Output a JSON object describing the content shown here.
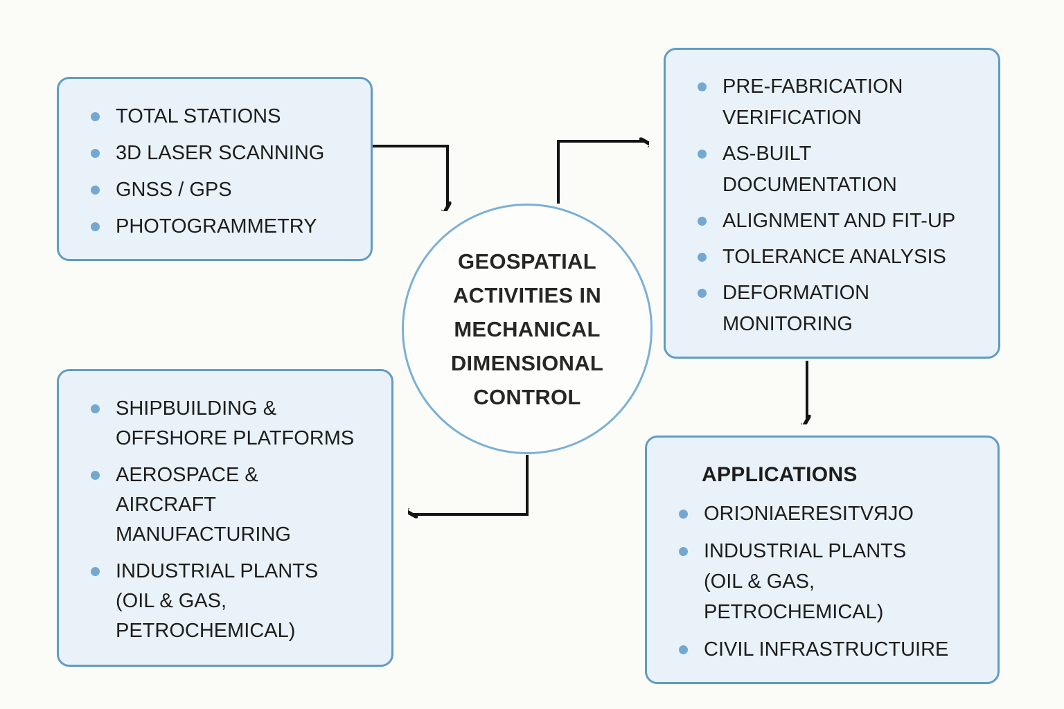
{
  "diagram": {
    "center": {
      "lines": [
        "GEOSPATIAL",
        "ACTIVITIES IN",
        "MECHANICAL",
        "DIMENSIONAL",
        "CONTROL"
      ]
    },
    "boxes": {
      "techniques": {
        "items": [
          {
            "lines": [
              "TOTAL STATIONS"
            ]
          },
          {
            "lines": [
              "3D LASER SCANNING"
            ]
          },
          {
            "lines": [
              "GNSS / GPS"
            ]
          },
          {
            "lines": [
              "PHOTOGRAMMETRY"
            ]
          }
        ]
      },
      "activities": {
        "items": [
          {
            "lines": [
              "PRE-FABRICATION",
              "VERIFICATION"
            ]
          },
          {
            "lines": [
              "AS-BUILT",
              "DOCUMENTATION"
            ]
          },
          {
            "lines": [
              "ALIGNMENT AND FIT-UP"
            ]
          },
          {
            "lines": [
              "TOLERANCE ANALYSIS"
            ]
          },
          {
            "lines": [
              "DEFORMATION",
              "MONITORING"
            ]
          }
        ]
      },
      "industries": {
        "items": [
          {
            "lines": [
              "SHIPBUILDING &",
              "OFFSHORE PLATFORMS"
            ]
          },
          {
            "lines": [
              "AEROSPACE &",
              "AIRCRAFT",
              "MANUFACTURING"
            ]
          },
          {
            "lines": [
              "INDUSTRIAL PLANTS",
              "(OIL & GAS,",
              "PETROCHEMICAL)"
            ]
          }
        ]
      },
      "applications": {
        "heading": "APPLICATIONS",
        "items": [
          {
            "lines": [
              "ORIƆNIAERESITVЯJO"
            ]
          },
          {
            "lines": [
              "INDUSTRIAL PLANTS",
              "(OIL & GAS,",
              "PETROCHEMICAL)"
            ]
          },
          {
            "lines": [
              "CIVIL INFRASTRUCTUIRE"
            ]
          }
        ]
      }
    },
    "colors": {
      "page_background": "#fbfbf7",
      "box_fill": "#e9f2f9",
      "box_border": "#5f9cc6",
      "circle_border": "#7ab0d6",
      "circle_fill": "#fdfdfb",
      "bullet": "#73a8d0",
      "text": "#1d1d1b",
      "arrow": "#141414"
    }
  }
}
